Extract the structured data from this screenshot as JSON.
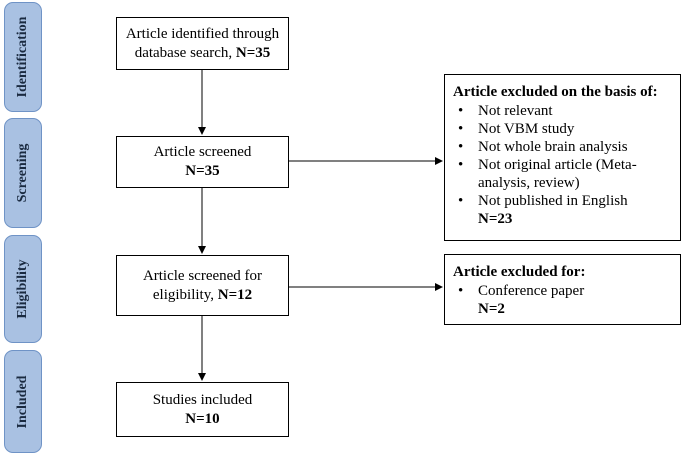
{
  "phases": {
    "identification": "Identification",
    "screening": "Screening",
    "eligibility": "Eligibility",
    "included": "Included"
  },
  "boxes": {
    "identified": {
      "line1": "Article identified through",
      "line2": "database search, ",
      "count": "N=35"
    },
    "screened": {
      "line1": "Article screened",
      "count": "N=35"
    },
    "eligibility": {
      "line1": "Article screened for",
      "line2": "eligibility, ",
      "count": "N=12"
    },
    "included": {
      "line1": "Studies included",
      "count": "N=10"
    }
  },
  "exclusions": {
    "screening": {
      "title": "Article excluded on the basis of:",
      "reasons": [
        "Not relevant",
        "Not VBM study",
        "Not whole brain analysis",
        "Not original article (Meta-analysis, review)",
        "Not published in English"
      ],
      "count": "N=23"
    },
    "eligibility": {
      "title": "Article excluded for:",
      "reasons": [
        "Conference paper"
      ],
      "count": "N=2"
    }
  }
}
